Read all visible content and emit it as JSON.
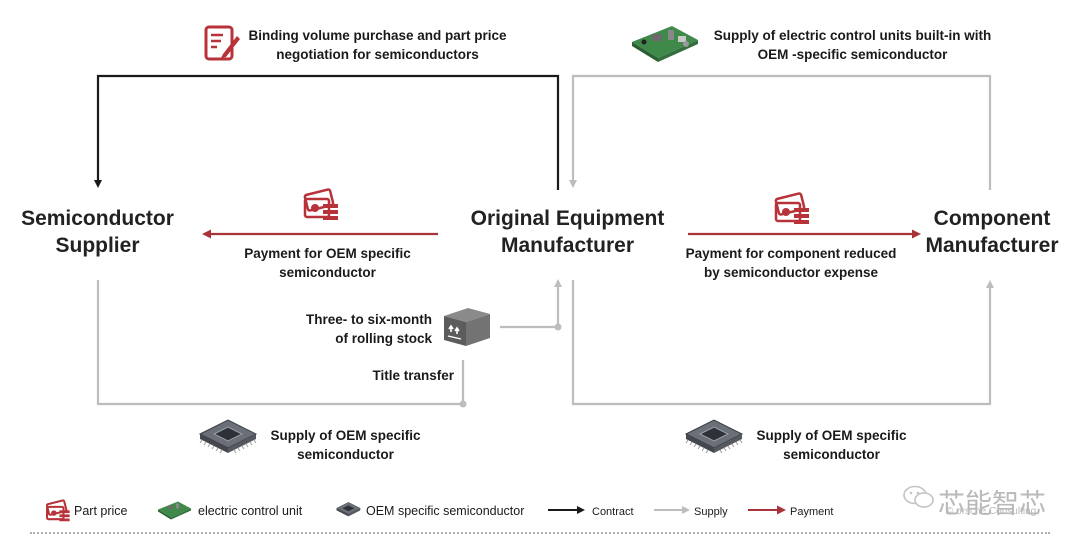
{
  "nodes": {
    "semiconductor_supplier": "Semiconductor\nSupplier",
    "oem": "Original Equipment\nManufacturer",
    "component_manufacturer": "Component\nManufacturer"
  },
  "labels": {
    "binding_volume": "Binding volume purchase and part price\nnegotiation for semiconductors",
    "supply_ecu": "Supply of electric control units built-in  with\nOEM -specific semiconductor",
    "payment_oem_semi": "Payment for OEM specific\nsemiconductor",
    "payment_component": "Payment for component reduced\nby semiconductor expense",
    "rolling_stock": "Three- to six-month\nof rolling stock",
    "title_transfer": "Title transfer",
    "supply_oem_semi_left": "Supply of OEM specific\nsemiconductor",
    "supply_oem_semi_right": "Supply of OEM specific\nsemiconductor"
  },
  "legend": {
    "part_price": "Part price",
    "ecu": "electric control unit",
    "oem_semi": "OEM specific semiconductor",
    "contract": "Contract",
    "supply": "Supply",
    "payment": "Payment"
  },
  "watermark": {
    "brand": "芯能智芯",
    "source": "orsche Consulting"
  },
  "colors": {
    "contract": "#1a1a1a",
    "supply": "#bdbdbd",
    "payment": "#a8343a",
    "icon_red": "#b8323a"
  },
  "icons": [
    "part-price-icon",
    "payment-icon",
    "ecu-icon",
    "chip-icon",
    "box-icon"
  ]
}
